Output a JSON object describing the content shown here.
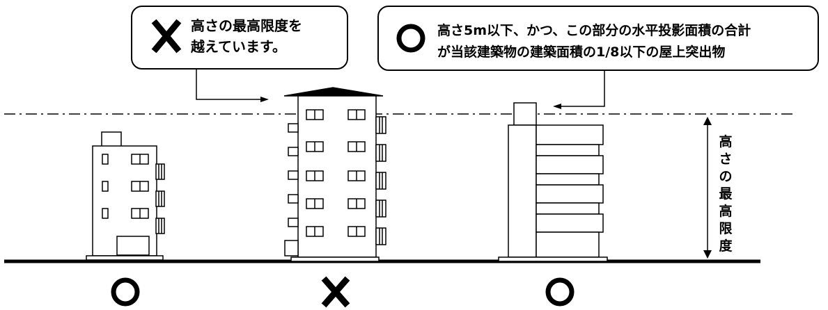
{
  "callouts": {
    "left": {
      "symbol": "cross",
      "line1": "高さの最高限度を",
      "line2": "越えています。"
    },
    "right": {
      "symbol": "circle",
      "line1": "高さ5m以下、かつ、この部分の水平投影面積の合計",
      "line2": "が当該建築物の建築面積の1/8以下の屋上突出物"
    }
  },
  "height_limit_label": "高さの最高限度",
  "verdicts": [
    {
      "building": "left-building",
      "symbol": "circle"
    },
    {
      "building": "center-building",
      "symbol": "cross"
    },
    {
      "building": "right-building",
      "symbol": "circle"
    }
  ],
  "colors": {
    "ink": "#000000",
    "background": "#ffffff"
  }
}
